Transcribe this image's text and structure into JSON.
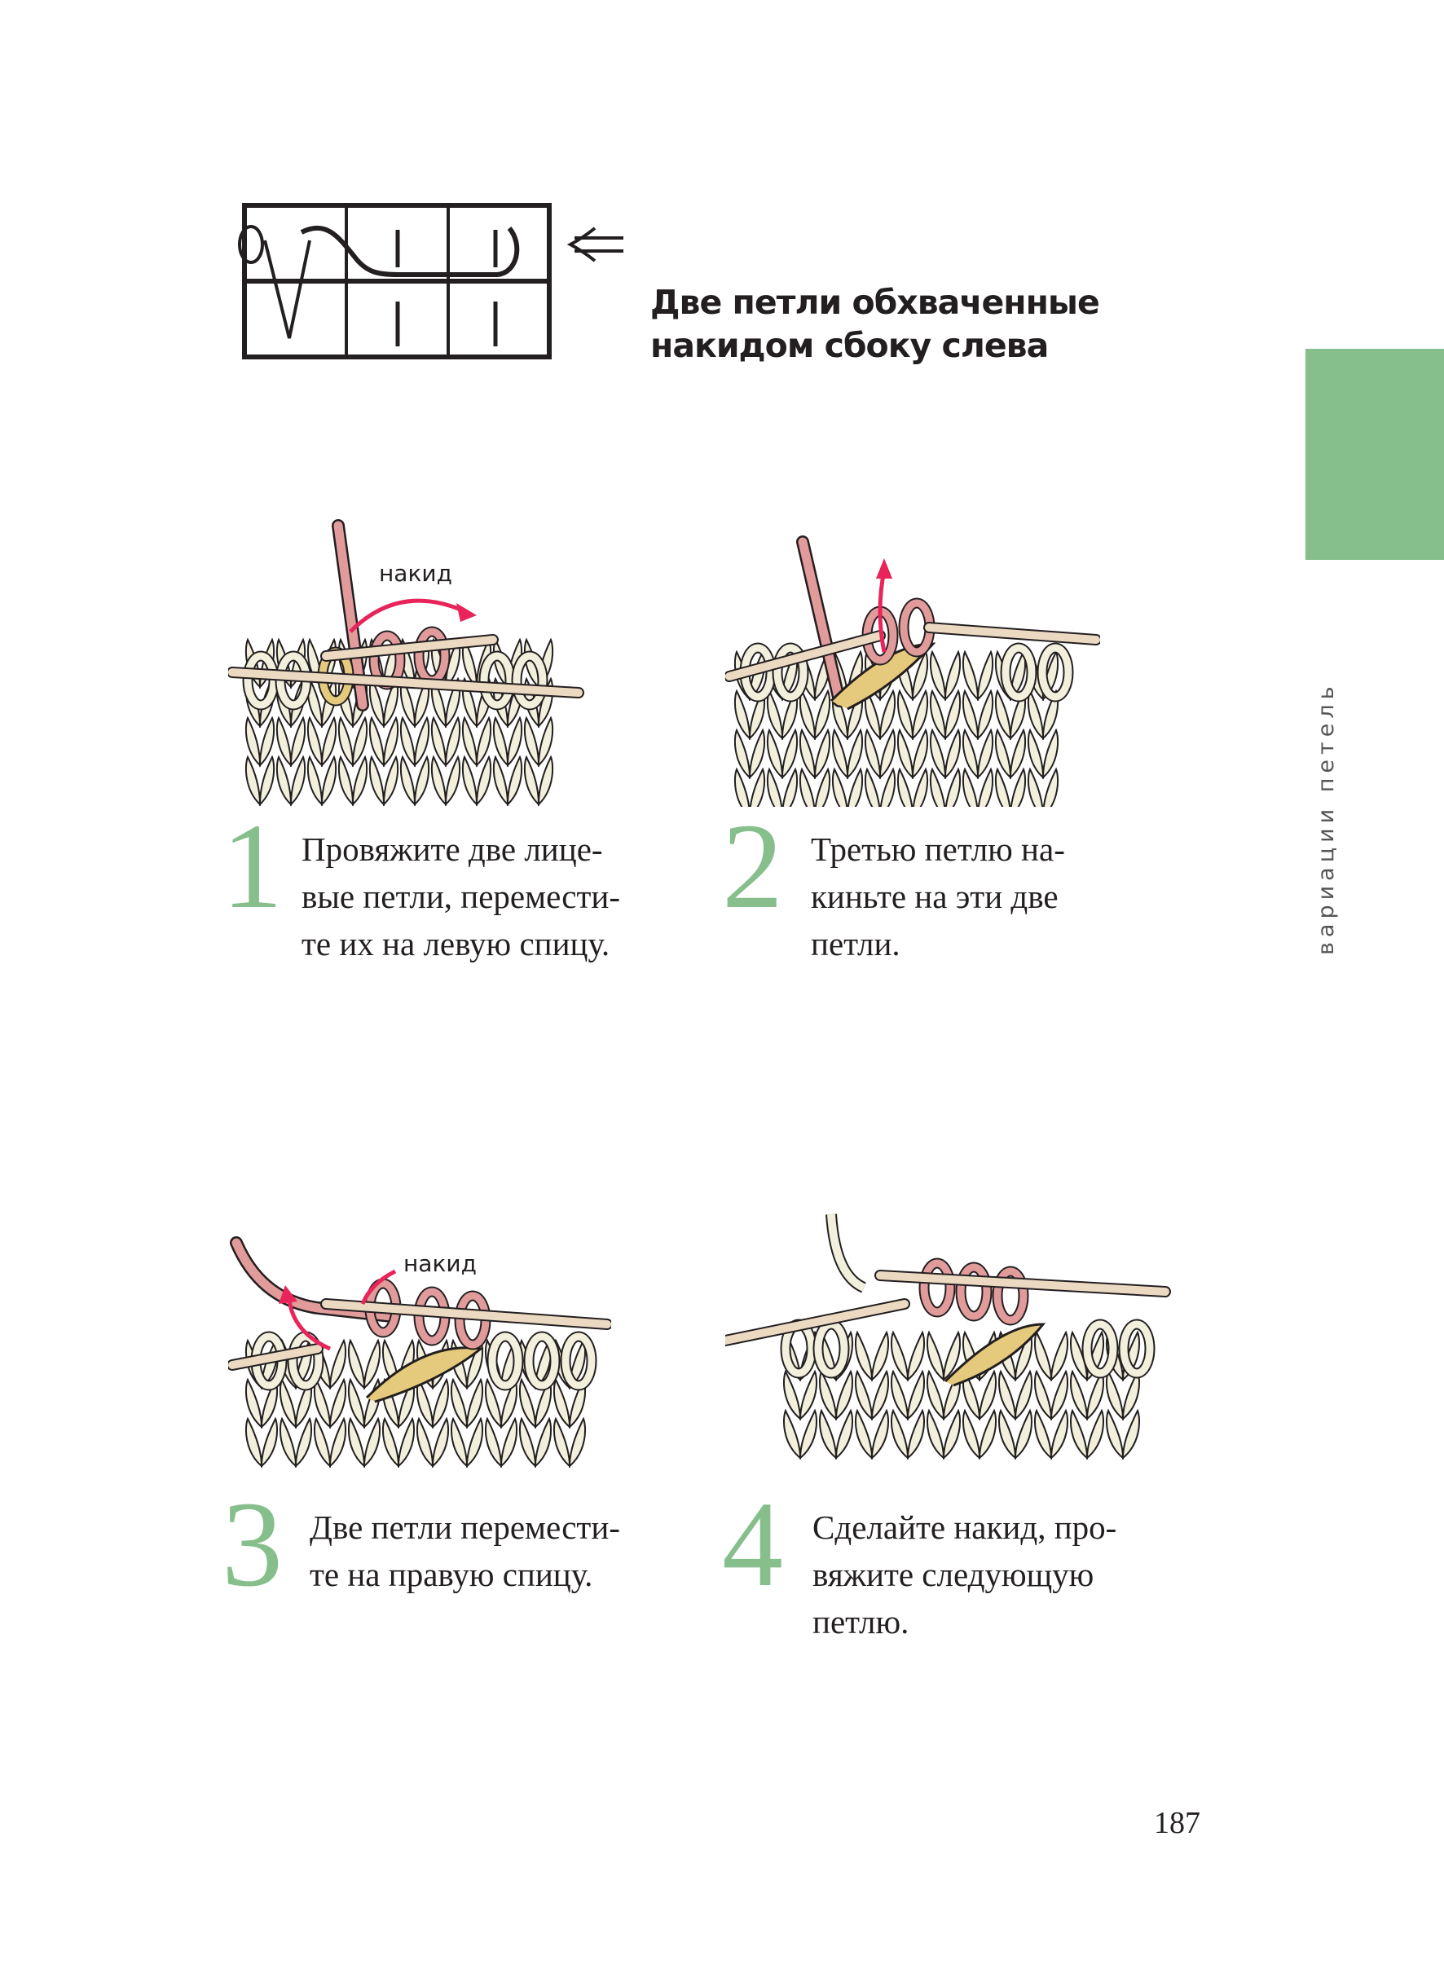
{
  "title": [
    "Две петли обхваченные",
    "накидом сбоку слева"
  ],
  "section_label": "вариации петель",
  "page_number": "187",
  "colors": {
    "accent_green": "#86bf8c",
    "yarn_pink": "#e29b9b",
    "yarn_yellow": "#e5c97c",
    "yarn_cream": "#f2efdc",
    "arrow_red": "#e8245a"
  },
  "steps": [
    {
      "number": "1",
      "lines": [
        "Провяжите две лице-",
        "вые петли, перемести-",
        "те их на левую спицу."
      ],
      "label": "накид"
    },
    {
      "number": "2",
      "lines": [
        "Третью петлю на-",
        "киньте на эти две",
        "петли."
      ]
    },
    {
      "number": "3",
      "lines": [
        "Две петли перемести-",
        "те на правую спицу."
      ],
      "label": "накид"
    },
    {
      "number": "4",
      "lines": [
        "Сделайте накид, про-",
        "вяжите следующую",
        "петлю."
      ]
    }
  ]
}
